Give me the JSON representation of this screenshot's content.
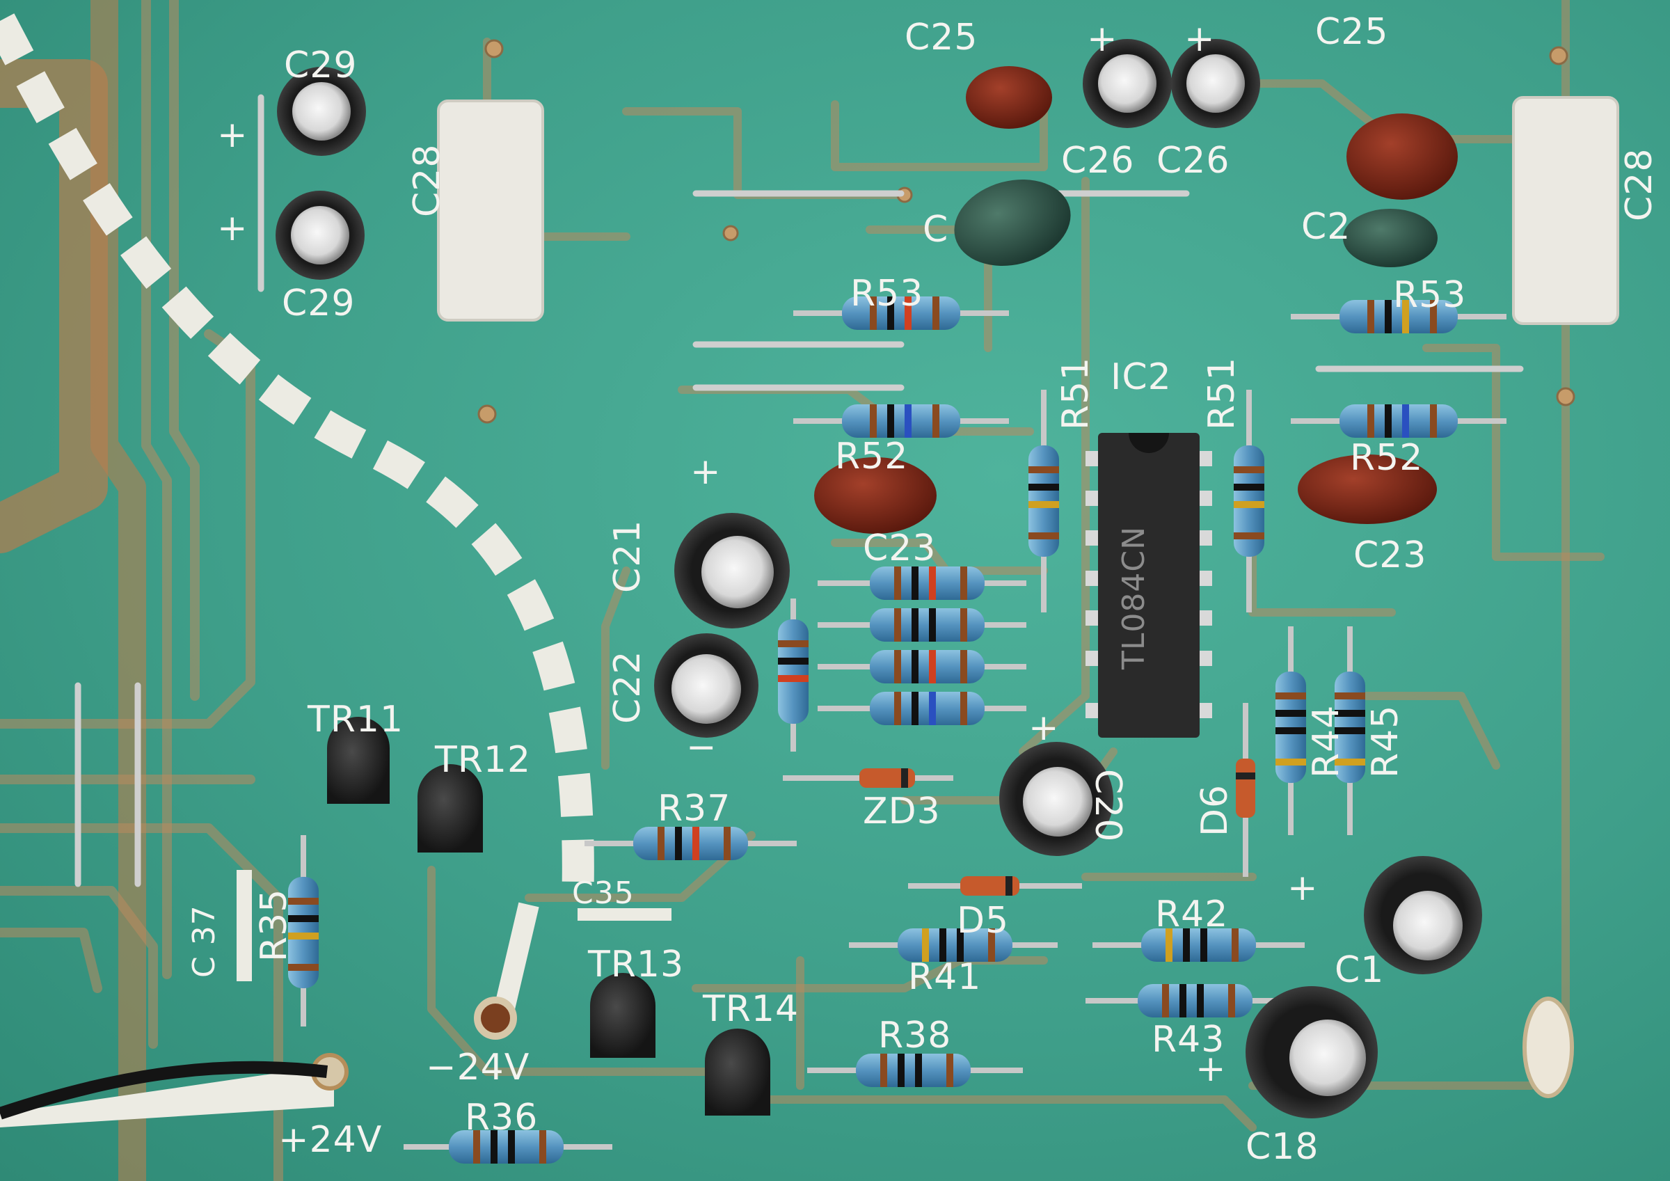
{
  "labels": {
    "c25_left": "C25",
    "c25_right": "C25",
    "plus_c26a": "+",
    "plus_c26b": "+",
    "c26_left": "C26",
    "c26_right": "C26",
    "c29_top": "C29",
    "c29_bottom": "C29",
    "plus_c29a": "+",
    "plus_c29b": "+",
    "c28_left": "C28",
    "c28_right": "C28",
    "c2x_left": "C",
    "c2x_right": "C2",
    "r53_left": "R53",
    "r53_right": "R53",
    "r52_left": "R52",
    "r52_right": "R52",
    "r51_left": "R51",
    "r51_right": "R51",
    "ic2": "IC2",
    "c23_left": "C23",
    "c23_right": "C23",
    "c21": "C21",
    "c22": "C22",
    "plus_c21": "+",
    "minus_c22": "−",
    "c20": "C20",
    "plus_c20": "+",
    "zd3": "ZD3",
    "d5": "D5",
    "d6": "D6",
    "r44": "R44",
    "r45": "R45",
    "tr11": "TR11",
    "tr12": "TR12",
    "tr13": "TR13",
    "tr14": "TR14",
    "r37": "R37",
    "r35": "R35",
    "c37": "C 37",
    "c35": "C35",
    "r41": "R41",
    "r42": "R42",
    "r43": "R43",
    "r38": "R38",
    "r36": "R36",
    "c19": "C1",
    "plus_c19": "+",
    "c18": "C18",
    "plus_c18": "+",
    "minus24": "−24V",
    "plus24": "+24V",
    "ic_marking": "TL084CN"
  },
  "colors": {
    "board": "#3f9f8a",
    "trace": "#b98a5f",
    "silkscreen": "#f4f4f0",
    "capacitor_electrolytic": "#1c1c1c",
    "capacitor_film": "#e9e6df",
    "capacitor_ceramic": "#7a2415",
    "resistor_body": "#5b9cc4",
    "ic_body": "#2a2a2a"
  }
}
